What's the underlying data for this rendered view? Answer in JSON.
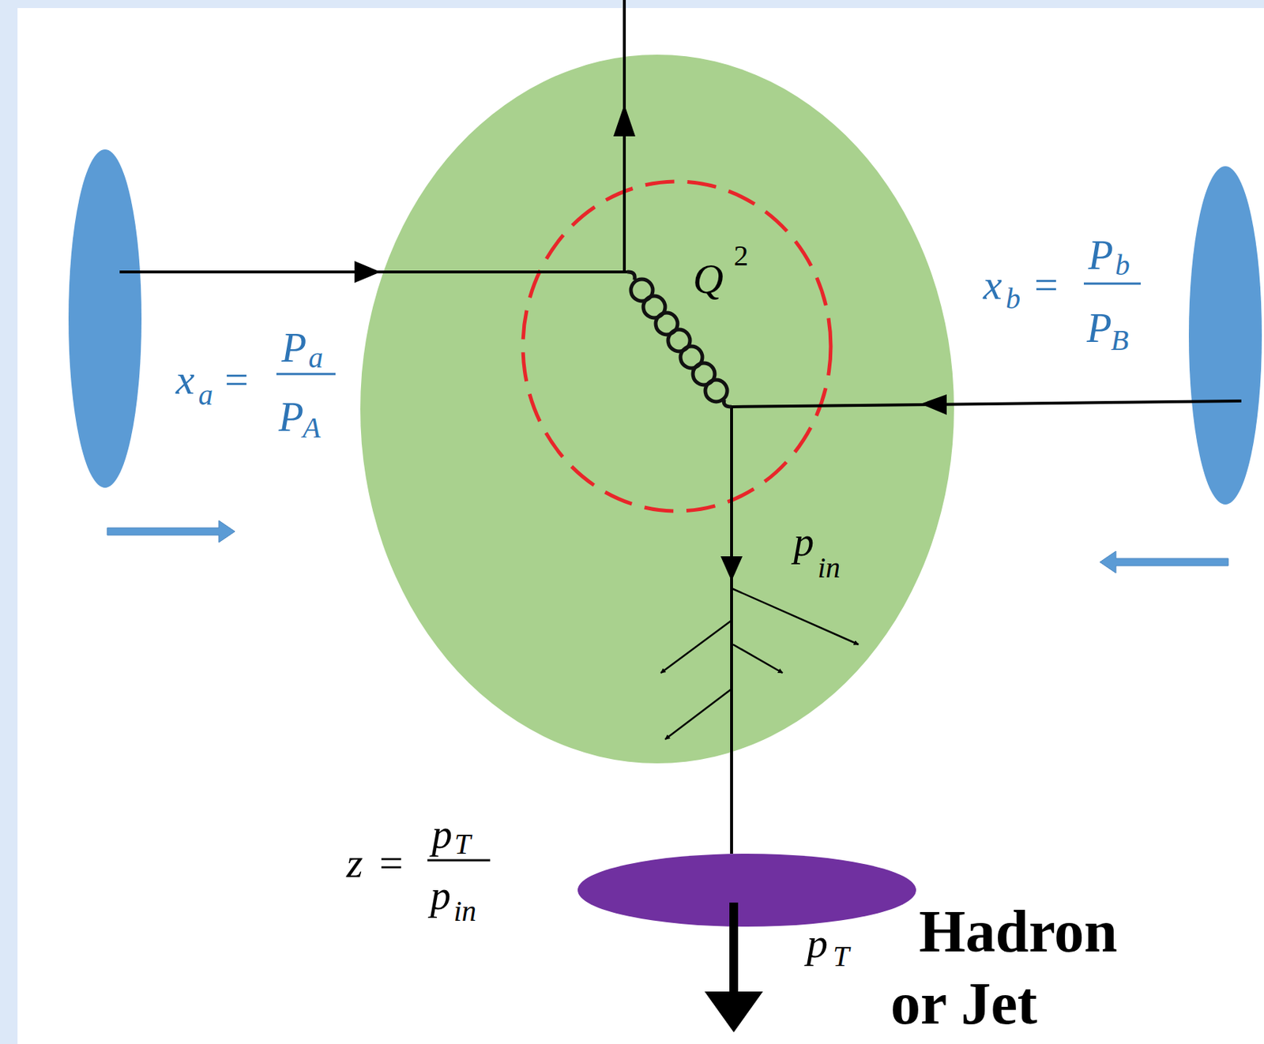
{
  "diagram": {
    "labels": [
      "x",
      "a",
      "=",
      "P",
      "a",
      "P",
      "A",
      "x",
      "b",
      "=",
      "P",
      "b",
      "P",
      "B",
      "Q",
      "2",
      "p",
      "in",
      "z",
      "=",
      "p",
      "T",
      "p",
      "in",
      "p",
      "T",
      "Hadron or Jet"
    ]
  }
}
